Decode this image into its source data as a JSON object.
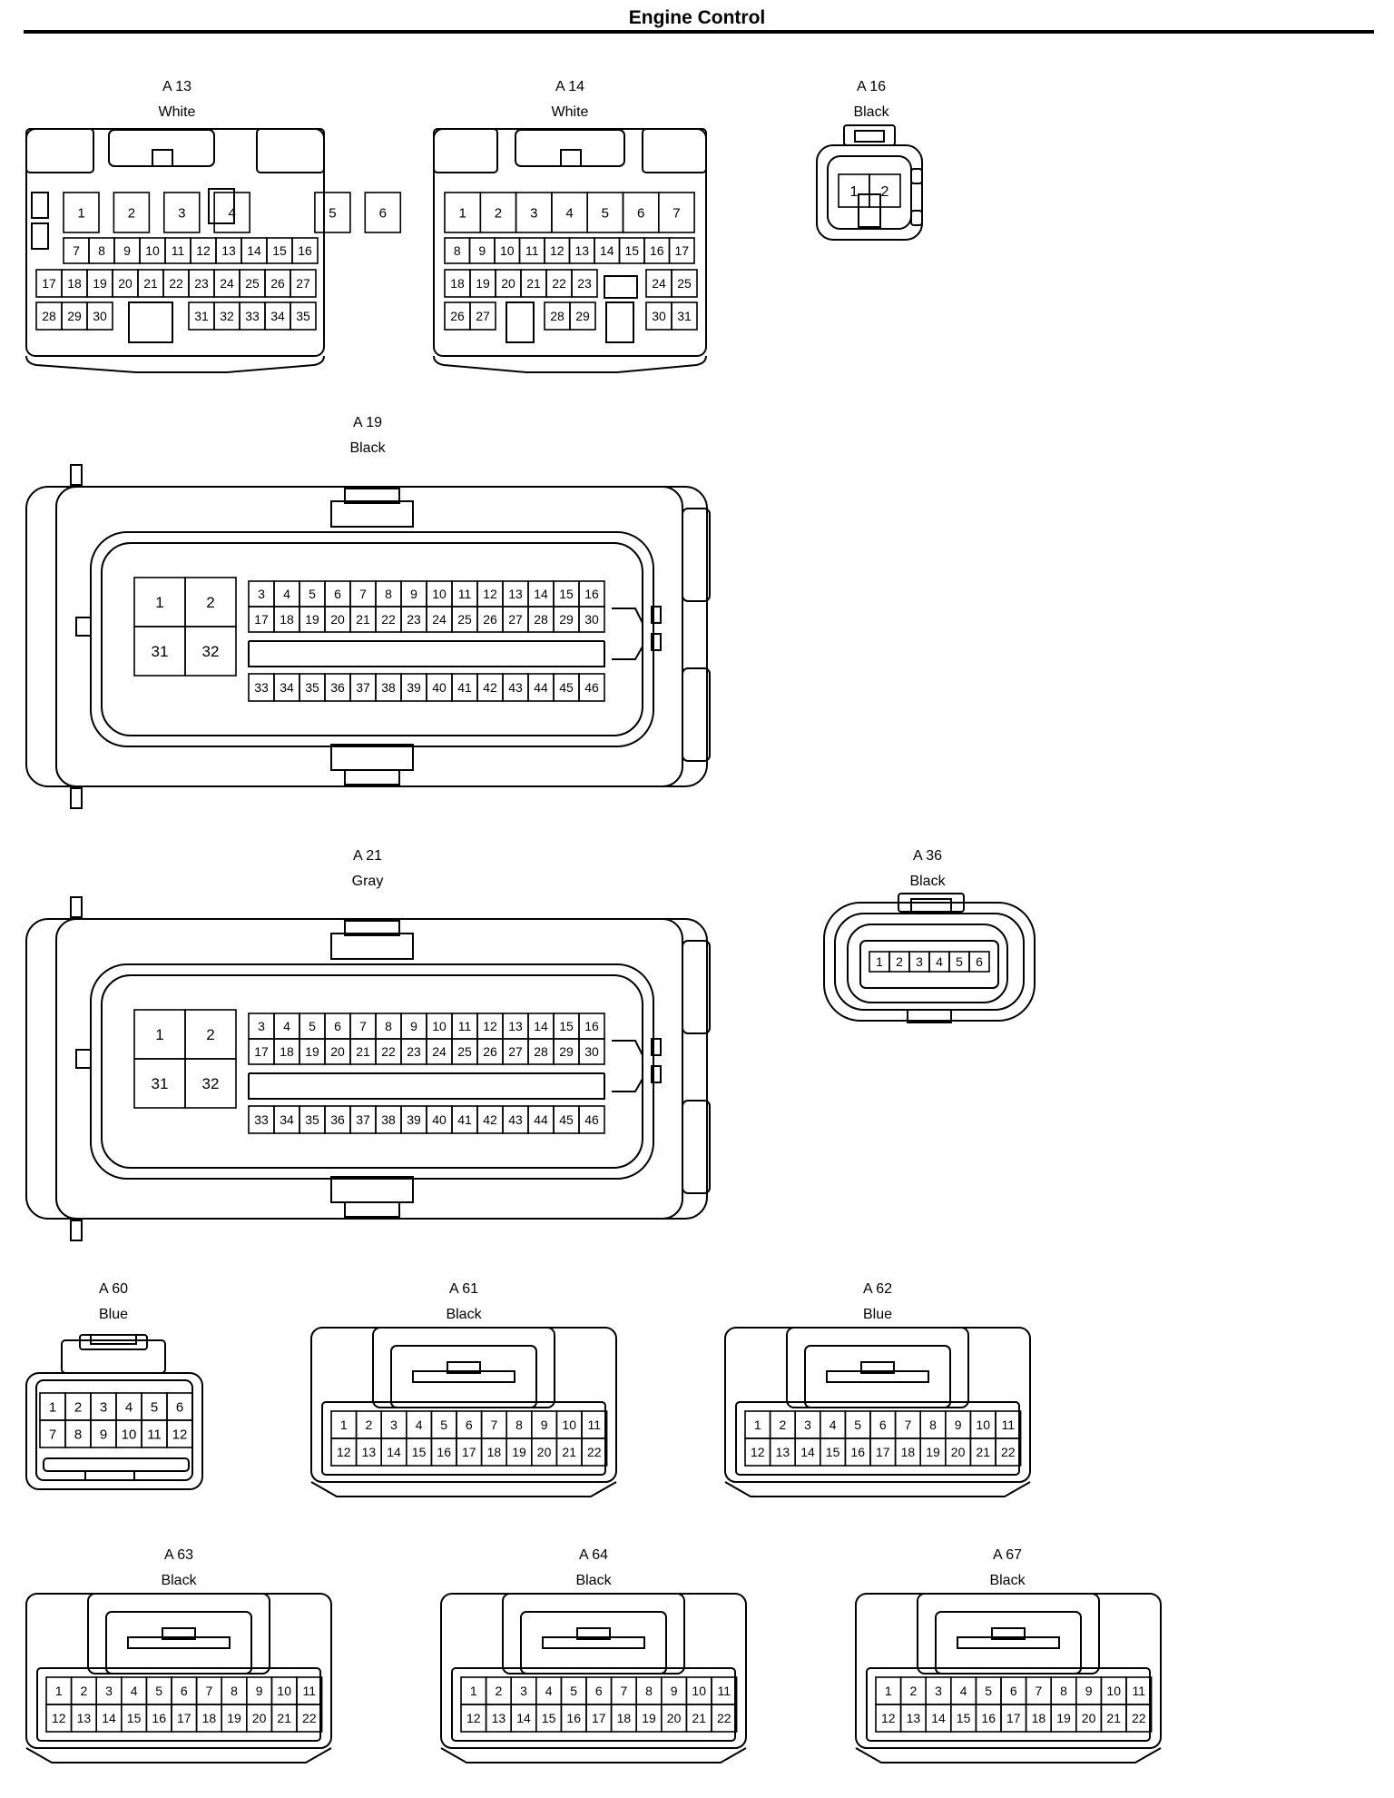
{
  "title": "Engine Control",
  "connectors": [
    {
      "id": "A 13",
      "color": "White",
      "rows": [
        [
          "1",
          "2",
          "3",
          "4",
          "5",
          "6"
        ],
        [
          "7",
          "8",
          "9",
          "10",
          "11",
          "12",
          "13",
          "14",
          "15",
          "16"
        ],
        [
          "17",
          "18",
          "19",
          "20",
          "21",
          "22",
          "23",
          "24",
          "25",
          "26",
          "27"
        ],
        [
          "28",
          "29",
          "30",
          "31",
          "32",
          "33",
          "34",
          "35"
        ]
      ]
    },
    {
      "id": "A 14",
      "color": "White",
      "rows": [
        [
          "1",
          "2",
          "3",
          "4",
          "5",
          "6",
          "7"
        ],
        [
          "8",
          "9",
          "10",
          "11",
          "12",
          "13",
          "14",
          "15",
          "16",
          "17"
        ],
        [
          "18",
          "19",
          "20",
          "21",
          "22",
          "23",
          "24",
          "25"
        ],
        [
          "26",
          "27",
          "28",
          "29",
          "30",
          "31"
        ]
      ]
    },
    {
      "id": "A 16",
      "color": "Black",
      "rows": [
        [
          "1",
          "2"
        ]
      ]
    },
    {
      "id": "A 19",
      "color": "Black",
      "rows": [
        [
          "1",
          "2"
        ],
        [
          "31",
          "32"
        ],
        [
          "3",
          "4",
          "5",
          "6",
          "7",
          "8",
          "9",
          "10",
          "11",
          "12",
          "13",
          "14",
          "15",
          "16"
        ],
        [
          "17",
          "18",
          "19",
          "20",
          "21",
          "22",
          "23",
          "24",
          "25",
          "26",
          "27",
          "28",
          "29",
          "30"
        ],
        [
          "33",
          "34",
          "35",
          "36",
          "37",
          "38",
          "39",
          "40",
          "41",
          "42",
          "43",
          "44",
          "45",
          "46"
        ]
      ]
    },
    {
      "id": "A 21",
      "color": "Gray",
      "rows": [
        [
          "1",
          "2"
        ],
        [
          "31",
          "32"
        ],
        [
          "3",
          "4",
          "5",
          "6",
          "7",
          "8",
          "9",
          "10",
          "11",
          "12",
          "13",
          "14",
          "15",
          "16"
        ],
        [
          "17",
          "18",
          "19",
          "20",
          "21",
          "22",
          "23",
          "24",
          "25",
          "26",
          "27",
          "28",
          "29",
          "30"
        ],
        [
          "33",
          "34",
          "35",
          "36",
          "37",
          "38",
          "39",
          "40",
          "41",
          "42",
          "43",
          "44",
          "45",
          "46"
        ]
      ]
    },
    {
      "id": "A 36",
      "color": "Black",
      "rows": [
        [
          "1",
          "2",
          "3",
          "4",
          "5",
          "6"
        ]
      ]
    },
    {
      "id": "A 60",
      "color": "Blue",
      "rows": [
        [
          "1",
          "2",
          "3",
          "4",
          "5",
          "6"
        ],
        [
          "7",
          "8",
          "9",
          "10",
          "11",
          "12"
        ]
      ]
    },
    {
      "id": "A 61",
      "color": "Black",
      "rows": [
        [
          "1",
          "2",
          "3",
          "4",
          "5",
          "6",
          "7",
          "8",
          "9",
          "10",
          "11"
        ],
        [
          "12",
          "13",
          "14",
          "15",
          "16",
          "17",
          "18",
          "19",
          "20",
          "21",
          "22"
        ]
      ]
    },
    {
      "id": "A 62",
      "color": "Blue",
      "rows": [
        [
          "1",
          "2",
          "3",
          "4",
          "5",
          "6",
          "7",
          "8",
          "9",
          "10",
          "11"
        ],
        [
          "12",
          "13",
          "14",
          "15",
          "16",
          "17",
          "18",
          "19",
          "20",
          "21",
          "22"
        ]
      ]
    },
    {
      "id": "A 63",
      "color": "Black",
      "rows": [
        [
          "1",
          "2",
          "3",
          "4",
          "5",
          "6",
          "7",
          "8",
          "9",
          "10",
          "11"
        ],
        [
          "12",
          "13",
          "14",
          "15",
          "16",
          "17",
          "18",
          "19",
          "20",
          "21",
          "22"
        ]
      ]
    },
    {
      "id": "A 64",
      "color": "Black",
      "rows": [
        [
          "1",
          "2",
          "3",
          "4",
          "5",
          "6",
          "7",
          "8",
          "9",
          "10",
          "11"
        ],
        [
          "12",
          "13",
          "14",
          "15",
          "16",
          "17",
          "18",
          "19",
          "20",
          "21",
          "22"
        ]
      ]
    },
    {
      "id": "A 67",
      "color": "Black",
      "rows": [
        [
          "1",
          "2",
          "3",
          "4",
          "5",
          "6",
          "7",
          "8",
          "9",
          "10",
          "11"
        ],
        [
          "12",
          "13",
          "14",
          "15",
          "16",
          "17",
          "18",
          "19",
          "20",
          "21",
          "22"
        ]
      ]
    }
  ]
}
